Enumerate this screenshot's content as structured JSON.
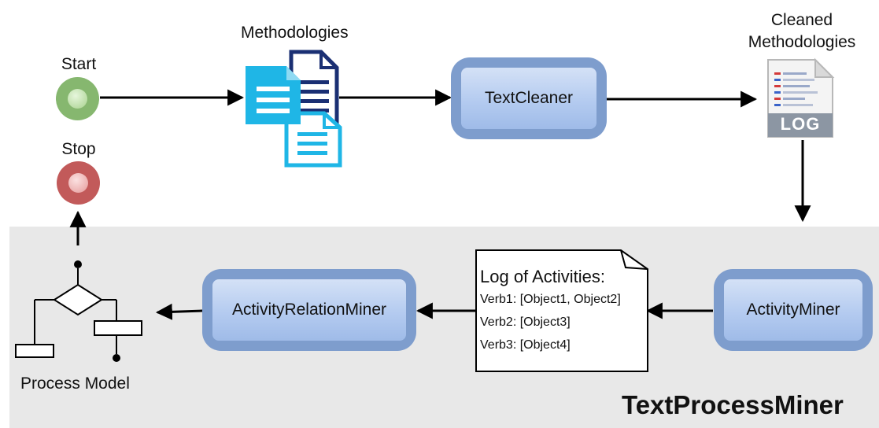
{
  "nodes": {
    "start": "Start",
    "stop": "Stop",
    "methodologies": "Methodologies",
    "text_cleaner": "TextCleaner",
    "cleaned_methodologies": [
      "Cleaned",
      "Methodologies"
    ],
    "log_badge": "LOG",
    "activity_miner": "ActivityMiner",
    "activity_relation_miner": "ActivityRelationMiner",
    "process_model": "Process Model"
  },
  "log_note": {
    "title": "Log of Activities:",
    "lines": [
      "Verb1: [Object1, Object2]",
      "Verb2: [Object3]",
      "Verb3: [Object4]"
    ]
  },
  "container": {
    "title": "TextProcessMiner"
  },
  "icons": {
    "methodologies": "document-stack-icon",
    "cleaned_methodologies": "log-file-icon",
    "process_model": "flowchart-icon"
  },
  "colors": {
    "process_box": "#7e9dcd",
    "start": "#86b76f",
    "stop": "#c25a5a",
    "document_cyan": "#1fb6e6",
    "document_navy": "#1a2f73",
    "panel": "#e8e8e8"
  }
}
